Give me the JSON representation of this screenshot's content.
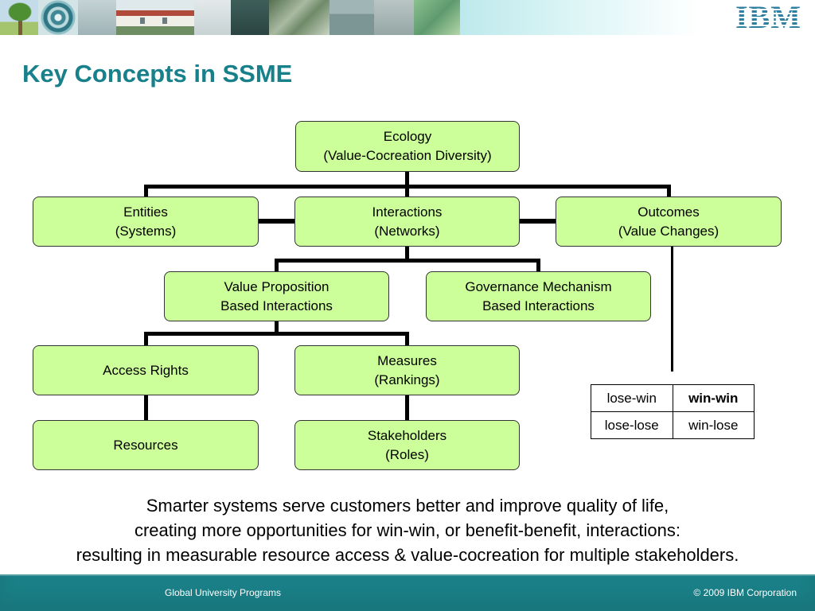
{
  "slide": {
    "title": "Key Concepts in SSME",
    "logo_text": "IBM"
  },
  "diagram": {
    "ecology": {
      "line1": "Ecology",
      "line2": "(Value-Cocreation Diversity)"
    },
    "entities": {
      "line1": "Entities",
      "line2": "(Systems)"
    },
    "interactions": {
      "line1": "Interactions",
      "line2": "(Networks)"
    },
    "outcomes": {
      "line1": "Outcomes",
      "line2": "(Value Changes)"
    },
    "value_proposition": {
      "line1": "Value Proposition",
      "line2": "Based Interactions"
    },
    "governance": {
      "line1": "Governance Mechanism",
      "line2": "Based Interactions"
    },
    "access_rights": {
      "line1": "Access Rights"
    },
    "measures": {
      "line1": "Measures",
      "line2": "(Rankings)"
    },
    "resources": {
      "line1": "Resources"
    },
    "stakeholders": {
      "line1": "Stakeholders",
      "line2": "(Roles)"
    }
  },
  "outcome_matrix": {
    "top_left": "lose-win",
    "top_right": "win-win",
    "bottom_left": "lose-lose",
    "bottom_right": "win-lose"
  },
  "caption": {
    "line1": "Smarter systems serve customers better and improve quality of life,",
    "line2": "creating more opportunities for win-win, or benefit-benefit, interactions:",
    "line3": "resulting in measurable resource access & value-cocreation for multiple stakeholders."
  },
  "footer": {
    "left": "Global University Programs",
    "right": "© 2009 IBM Corporation"
  },
  "colors": {
    "title": "#17808a",
    "box_fill": "#ccff99",
    "footer": "#1a7f86",
    "connector": "#000000"
  }
}
